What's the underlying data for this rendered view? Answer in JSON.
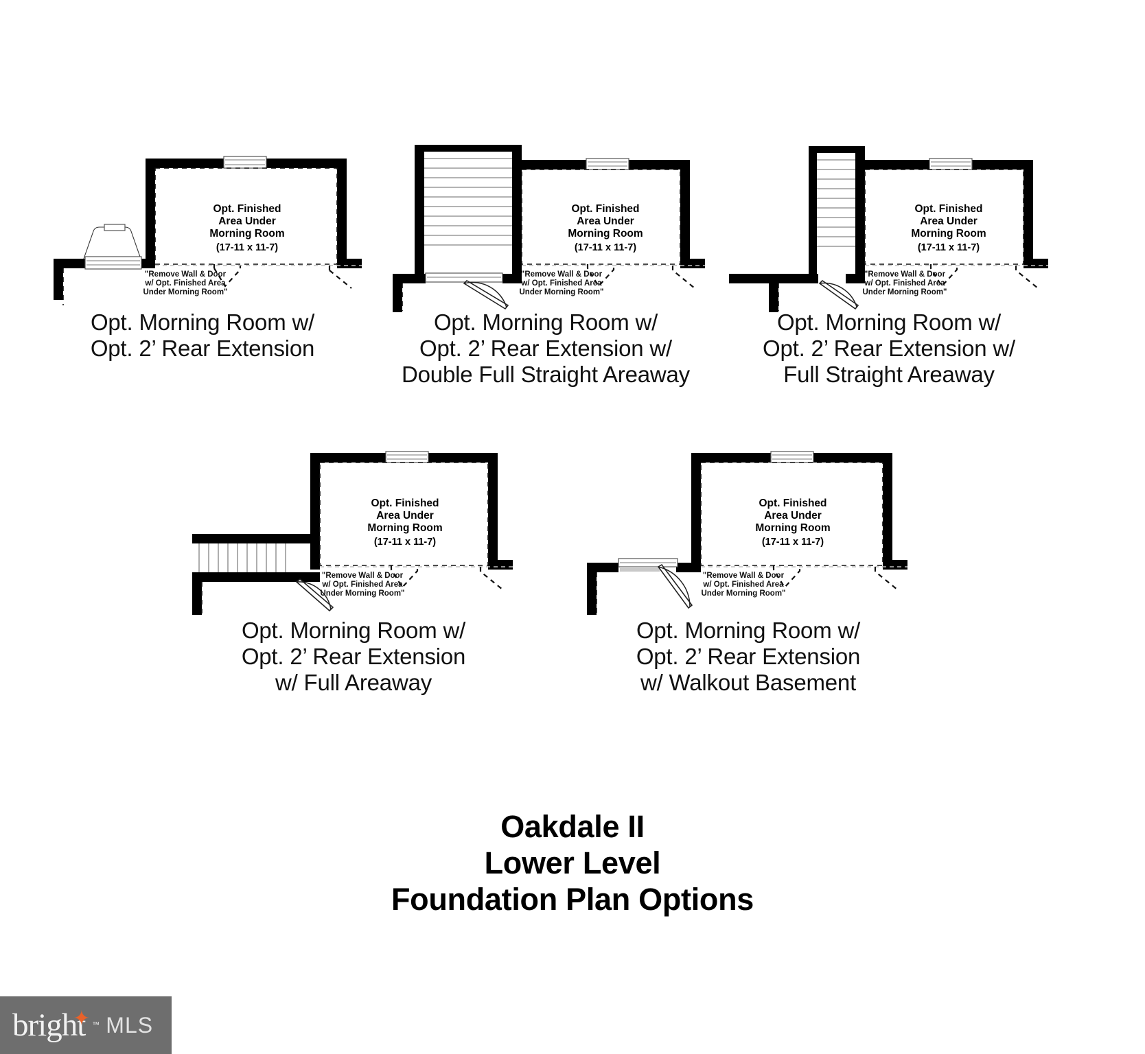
{
  "document": {
    "title_lines": [
      "Oakdale II",
      "Lower Level",
      "Foundation Plan Options"
    ],
    "sheet_type": "floor-plan-options",
    "background_color": "#ffffff"
  },
  "room": {
    "label_line_1": "Opt. Finished",
    "label_line_2": "Area Under",
    "label_line_3": "Morning Room",
    "dimensions": "(17-11 x 11-7)"
  },
  "note": {
    "line_1": "\"Remove Wall & Door",
    "line_2": "w/ Opt. Finished Area",
    "line_3": "Under Morning Room\""
  },
  "plans": [
    {
      "id": "plan-1",
      "caption": "Opt. Morning Room w/\nOpt. 2’ Rear Extension",
      "feature": "window-well"
    },
    {
      "id": "plan-2",
      "caption": "Opt. Morning Room w/\nOpt. 2’ Rear Extension w/\nDouble Full Straight Areaway",
      "feature": "double-full-straight-areaway"
    },
    {
      "id": "plan-3",
      "caption": "Opt. Morning Room w/\nOpt. 2’ Rear Extension w/\nFull Straight Areaway",
      "feature": "full-straight-areaway"
    },
    {
      "id": "plan-4",
      "caption": "Opt. Morning Room w/\nOpt. 2’ Rear Extension\nw/ Full Areaway",
      "feature": "full-areaway"
    },
    {
      "id": "plan-5",
      "caption": "Opt. Morning Room w/\nOpt. 2’ Rear Extension\nw/ Walkout Basement",
      "feature": "walkout-basement"
    }
  ],
  "watermark": {
    "brand": "bright",
    "trademark": "™",
    "suffix": "MLS",
    "background_color": "#6e6e6e",
    "accent_color": "#e8622a"
  },
  "colors": {
    "wall": "#000000",
    "text": "#000000",
    "dashed_outline": "#111111",
    "faint_dashed": "#bdbdbd",
    "stair_tread": "#9a9a9a"
  }
}
